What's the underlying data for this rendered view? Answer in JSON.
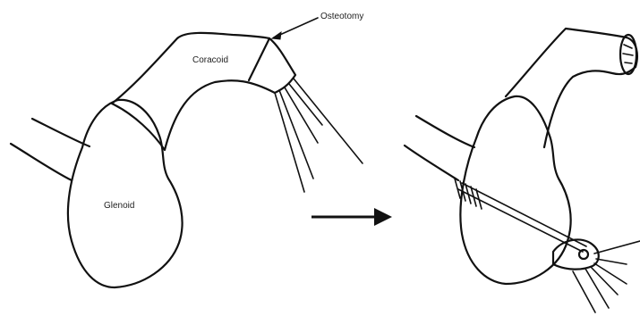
{
  "labels": {
    "osteotomy": "Osteotomy",
    "coracoid": "Coracoid",
    "glenoid": "Glenoid"
  }
}
